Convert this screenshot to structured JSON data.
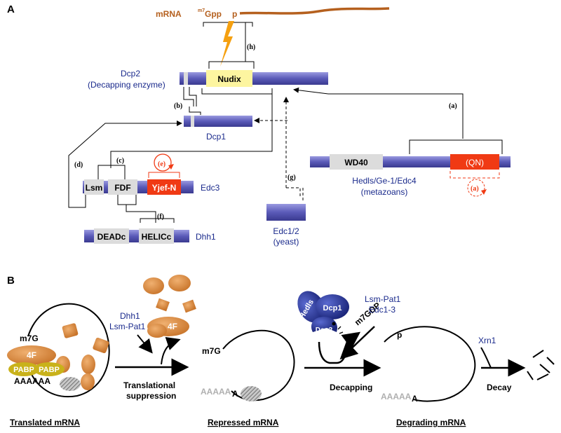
{
  "panels": {
    "a": "A",
    "b": "B"
  },
  "colors": {
    "navy": "#1a2a8c",
    "bar": "#6a6ac0",
    "mrna": "#b5601e",
    "red": "#f03a14",
    "nudix": "#fdf5a0",
    "gray": "#dcdcdc",
    "orange": "#e08a3a",
    "bolt": "#f5a010",
    "pabp": "#c9b21a"
  },
  "panelA": {
    "mrna_label": "mRNA",
    "cap_sup": "m7",
    "cap_text": "Gpp",
    "cap_p": "p",
    "dcp2_name": "Dcp2",
    "dcp2_sub": "(Decapping enzyme)",
    "nudix": "Nudix",
    "dcp1": "Dcp1",
    "lsm": "Lsm",
    "fdf": "FDF",
    "yjefn": "Yjef-N",
    "edc3": "Edc3",
    "dhh1": "Dhh1",
    "deadc": "DEADc",
    "helicc": "HELICc",
    "edc12": "Edc1/2",
    "yeast": "(yeast)",
    "wd40": "WD40",
    "qn": "(QN)",
    "hedls": "Hedls/Ge-1/Edc4",
    "metazoans": "(metazoans)",
    "tag_a": "(a)",
    "tag_b": "(b)",
    "tag_c": "(c)",
    "tag_d": "(d)",
    "tag_e": "(e)",
    "tag_f": "(f)",
    "tag_g": "(g)",
    "tag_h": "(h)"
  },
  "panelB": {
    "m7g": "m7G",
    "fourF": "4F",
    "pabp": "PABP",
    "polyA": "AAAAAA",
    "dhh1": "Dhh1",
    "lsmpat1": "Lsm-Pat1",
    "trans_line1": "Translational",
    "trans_line2": "suppression",
    "poly_gray": "AAAAA",
    "poly_black": "A",
    "hedls": "Hedls",
    "dcp1": "Dcp1",
    "dcp2": "Dcp2",
    "m7gdp": "m7GDP",
    "lsmpat1_b": "Lsm-Pat1",
    "edc13": "Edc1-3",
    "decapping": "Decapping",
    "p": "p",
    "xrn1": "Xrn1",
    "decay": "Decay",
    "translated": "Translated mRNA",
    "repressed": "Repressed mRNA",
    "degrading": "Degrading mRNA"
  }
}
